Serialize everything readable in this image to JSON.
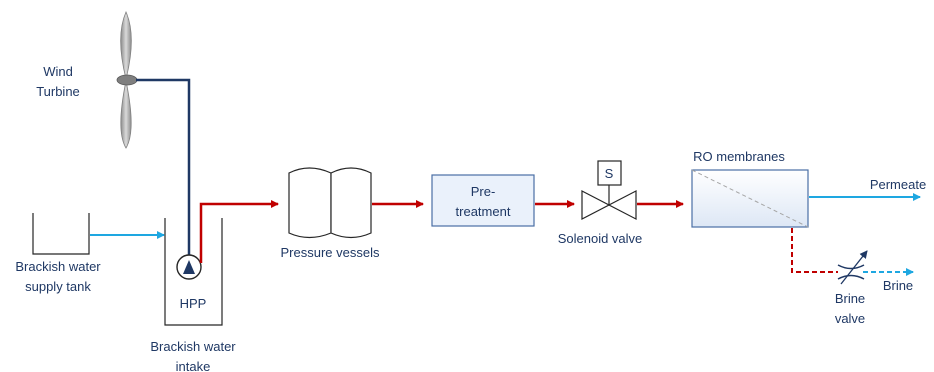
{
  "labels": {
    "wind_turbine_line1": "Wind",
    "wind_turbine_line2": "Turbine",
    "supply_tank_line1": "Brackish water",
    "supply_tank_line2": "supply tank",
    "hpp": "HPP",
    "intake_line1": "Brackish water",
    "intake_line2": "intake",
    "pressure_vessels": "Pressure vessels",
    "pretreatment_line1": "Pre-",
    "pretreatment_line2": "treatment",
    "solenoid_symbol": "S",
    "solenoid_valve": "Solenoid valve",
    "ro_membranes": "RO membranes",
    "permeate": "Permeate",
    "brine": "Brine",
    "brine_valve_line1": "Brine",
    "brine_valve_line2": "valve"
  },
  "colors": {
    "high_pressure": "#c00000",
    "feed_water": "#1ea7e1",
    "power_line": "#1f3864",
    "outline": "#404040",
    "label": "#1f3864",
    "box_fill": "#eaf1fb",
    "box_stroke": "#4a6fa5"
  }
}
